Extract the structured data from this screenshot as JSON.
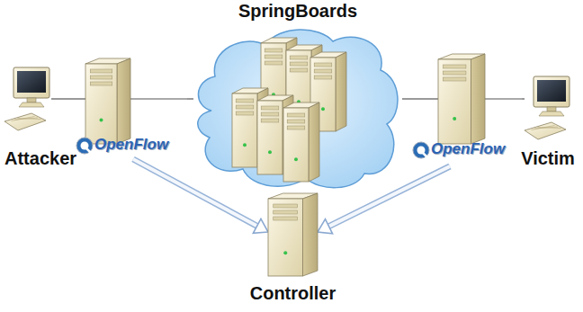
{
  "diagram": {
    "nodes": [
      {
        "text": [
          "Attacker"
        ]
      },
      {
        "text": [
          "OpenFlow"
        ]
      },
      {
        "text": [
          "SpringBoards"
        ]
      },
      {
        "text": [
          "OpenFlow"
        ]
      },
      {
        "text": [
          "Victim"
        ]
      },
      {
        "text": [
          "Controller"
        ]
      }
    ],
    "edges": [
      {
        "from": 0,
        "to": 1,
        "arrow": "none"
      },
      {
        "from": 1,
        "to": 2,
        "arrow": "none"
      },
      {
        "from": 2,
        "to": 3,
        "arrow": "none"
      },
      {
        "from": 3,
        "to": 4,
        "arrow": "none"
      },
      {
        "from": 1,
        "to": 5,
        "arrow": "to"
      },
      {
        "from": 3,
        "to": 5,
        "arrow": "to"
      }
    ]
  }
}
